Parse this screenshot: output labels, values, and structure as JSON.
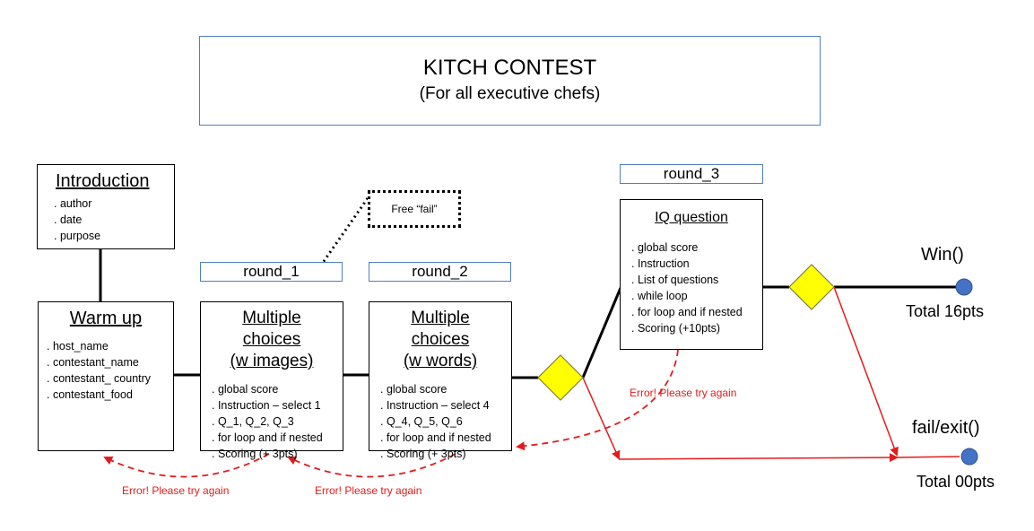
{
  "header": {
    "title": "KITCH CONTEST",
    "subtitle": "(For all executive chefs)"
  },
  "introduction": {
    "heading": "Introduction",
    "items": [
      ". author",
      ". date",
      ". purpose"
    ]
  },
  "warm_up": {
    "heading": "Warm up",
    "items": [
      ". host_name",
      ". contestant_name",
      ". contestant_ country",
      ". contestant_food"
    ]
  },
  "round_1": {
    "label": "round_1",
    "heading_line1": "Multiple choices",
    "heading_line2": "(w images)",
    "items": [
      ". global score",
      ". Instruction – select 1",
      ". Q_1, Q_2, Q_3",
      ". for loop and if nested",
      ". Scoring (+ 3pts)"
    ]
  },
  "round_2": {
    "label": "round_2",
    "heading_line1": "Multiple choices",
    "heading_line2": "(w words)",
    "items": [
      ". global score",
      ". Instruction – select 4",
      ". Q_4, Q_5, Q_6",
      ". for loop and if nested",
      ". Scoring (+ 3pts)"
    ]
  },
  "round_3": {
    "label": "round_3",
    "heading": "IQ question",
    "items": [
      ". global score",
      ". Instruction",
      ". List of questions",
      ". while loop",
      ". for loop and if nested",
      ". Scoring (+10pts)"
    ]
  },
  "free_fail_note": "Free “fail”",
  "errors": {
    "error_1": "Error! Please try again",
    "error_2": "Error! Please try again",
    "error_3": "Error! Please try again"
  },
  "outcomes": {
    "win_label": "Win()",
    "win_total": "Total 16pts",
    "fail_label": "fail/exit()",
    "fail_total": "Total 00pts"
  },
  "colors": {
    "box_border": "#000000",
    "round_label_border": "#4f81bd",
    "decision_fill": "#ffff00",
    "decision_stroke": "#7f7f3f",
    "error_red": "#e31b1b",
    "end_node": "#4472c4"
  }
}
